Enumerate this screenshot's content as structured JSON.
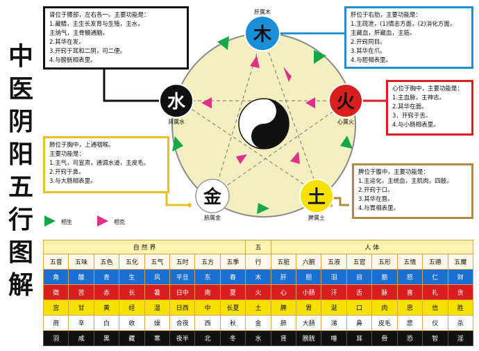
{
  "title_chars": [
    "中",
    "医",
    "阴",
    "阳",
    "五",
    "行",
    "图",
    "解"
  ],
  "elements": {
    "wood": {
      "char": "木",
      "caption": "肝属木",
      "color": "#1a8fd8"
    },
    "fire": {
      "char": "火",
      "caption": "心属火",
      "color": "#d81e1e"
    },
    "earth": {
      "char": "土",
      "caption": "脾属土",
      "color": "#f5e000"
    },
    "metal": {
      "char": "金",
      "caption": "肺属金",
      "color": "#ffffff"
    },
    "water": {
      "char": "水",
      "caption": "肾属水",
      "color": "#111111"
    }
  },
  "boxes": {
    "kidney": {
      "border": "#111111",
      "lines": [
        "肾位于腰部，左右各一。主要功能是：",
        "1.藏精，主生长发育与生殖，主水，",
        "   主纳气，主骨髓通脑。",
        "2.其华在发。",
        "3.开窍于耳和二阴，司二便。",
        "4.与膀胱相表里。"
      ]
    },
    "liver": {
      "border": "#1a8fd8",
      "lines": [
        "肝位于右肋，主要功能是：",
        "1.主疏泄，(1)情志方面，(2)消化方面，",
        "   主藏血，肝藏血，主筋。",
        "2.开窍同目。",
        "3.其华在爪。",
        "4.与胆相表里。"
      ]
    },
    "heart": {
      "border": "#d81e1e",
      "lines": [
        "心位于胸中，主要功能是：",
        "1.主血脉，主神志。",
        "2.其华在面。",
        "3．开窍于舌。",
        "4.与小肠相表里。"
      ]
    },
    "lung": {
      "border": "#e8c020",
      "lines": [
        "肺位于胸中，上通咽喉。",
        "主要功能是：",
        "1.主气，司宣肃，通调水道，主皮毛。",
        "2.开窍于鼻。",
        "3.与大肠相表里。"
      ]
    },
    "spleen": {
      "border": "#b08a40",
      "lines": [
        "脾位于腹中，主要功能是：",
        "1.主运化，主统血，主肌肉，四肢。",
        "2.开窍于口。",
        "3.其华在唇。",
        "4.与胃相表里。"
      ]
    }
  },
  "legend": {
    "generate": "相生",
    "restrain": "相克",
    "generate_color": "#14a84a",
    "restrain_color": "#e0308a"
  },
  "table": {
    "header": {
      "left": "自  然  界",
      "middle": "五",
      "right": "人      体"
    },
    "categories": [
      "五音",
      "五味",
      "五色",
      "五化",
      "五气",
      "五时",
      "五方",
      "五季",
      "行",
      "五脏",
      "六腑",
      "五液",
      "五官",
      "五形",
      "五情",
      "五德",
      "五魔"
    ],
    "rows": [
      [
        "角",
        "酸",
        "青",
        "生",
        "风",
        "平旦",
        "东",
        "春",
        "木",
        "肝",
        "胆",
        "泪",
        "目",
        "筋",
        "怒",
        "仁",
        "财"
      ],
      [
        "徵",
        "苦",
        "赤",
        "长",
        "暑",
        "日中",
        "南",
        "夏",
        "火",
        "心",
        "小肠",
        "汗",
        "舌",
        "脉",
        "喜",
        "礼",
        "贪"
      ],
      [
        "宫",
        "甘",
        "黄",
        "经",
        "湿",
        "日西",
        "中",
        "长夏",
        "土",
        "脾",
        "胃",
        "涎",
        "口",
        "肉",
        "思",
        "信",
        "胜"
      ],
      [
        "商",
        "辛",
        "白",
        "收",
        "燥",
        "合夜",
        "西",
        "秋",
        "金",
        "肺",
        "大肠",
        "涕",
        "鼻",
        "皮毛",
        "悲",
        "仪",
        "杀"
      ],
      [
        "羽",
        "咸",
        "黑",
        "藏",
        "寒",
        "夜半",
        "北",
        "冬",
        "水",
        "肾",
        "膀胱",
        "唾",
        "耳",
        "骨",
        "恐",
        "智",
        "淫"
      ]
    ]
  }
}
